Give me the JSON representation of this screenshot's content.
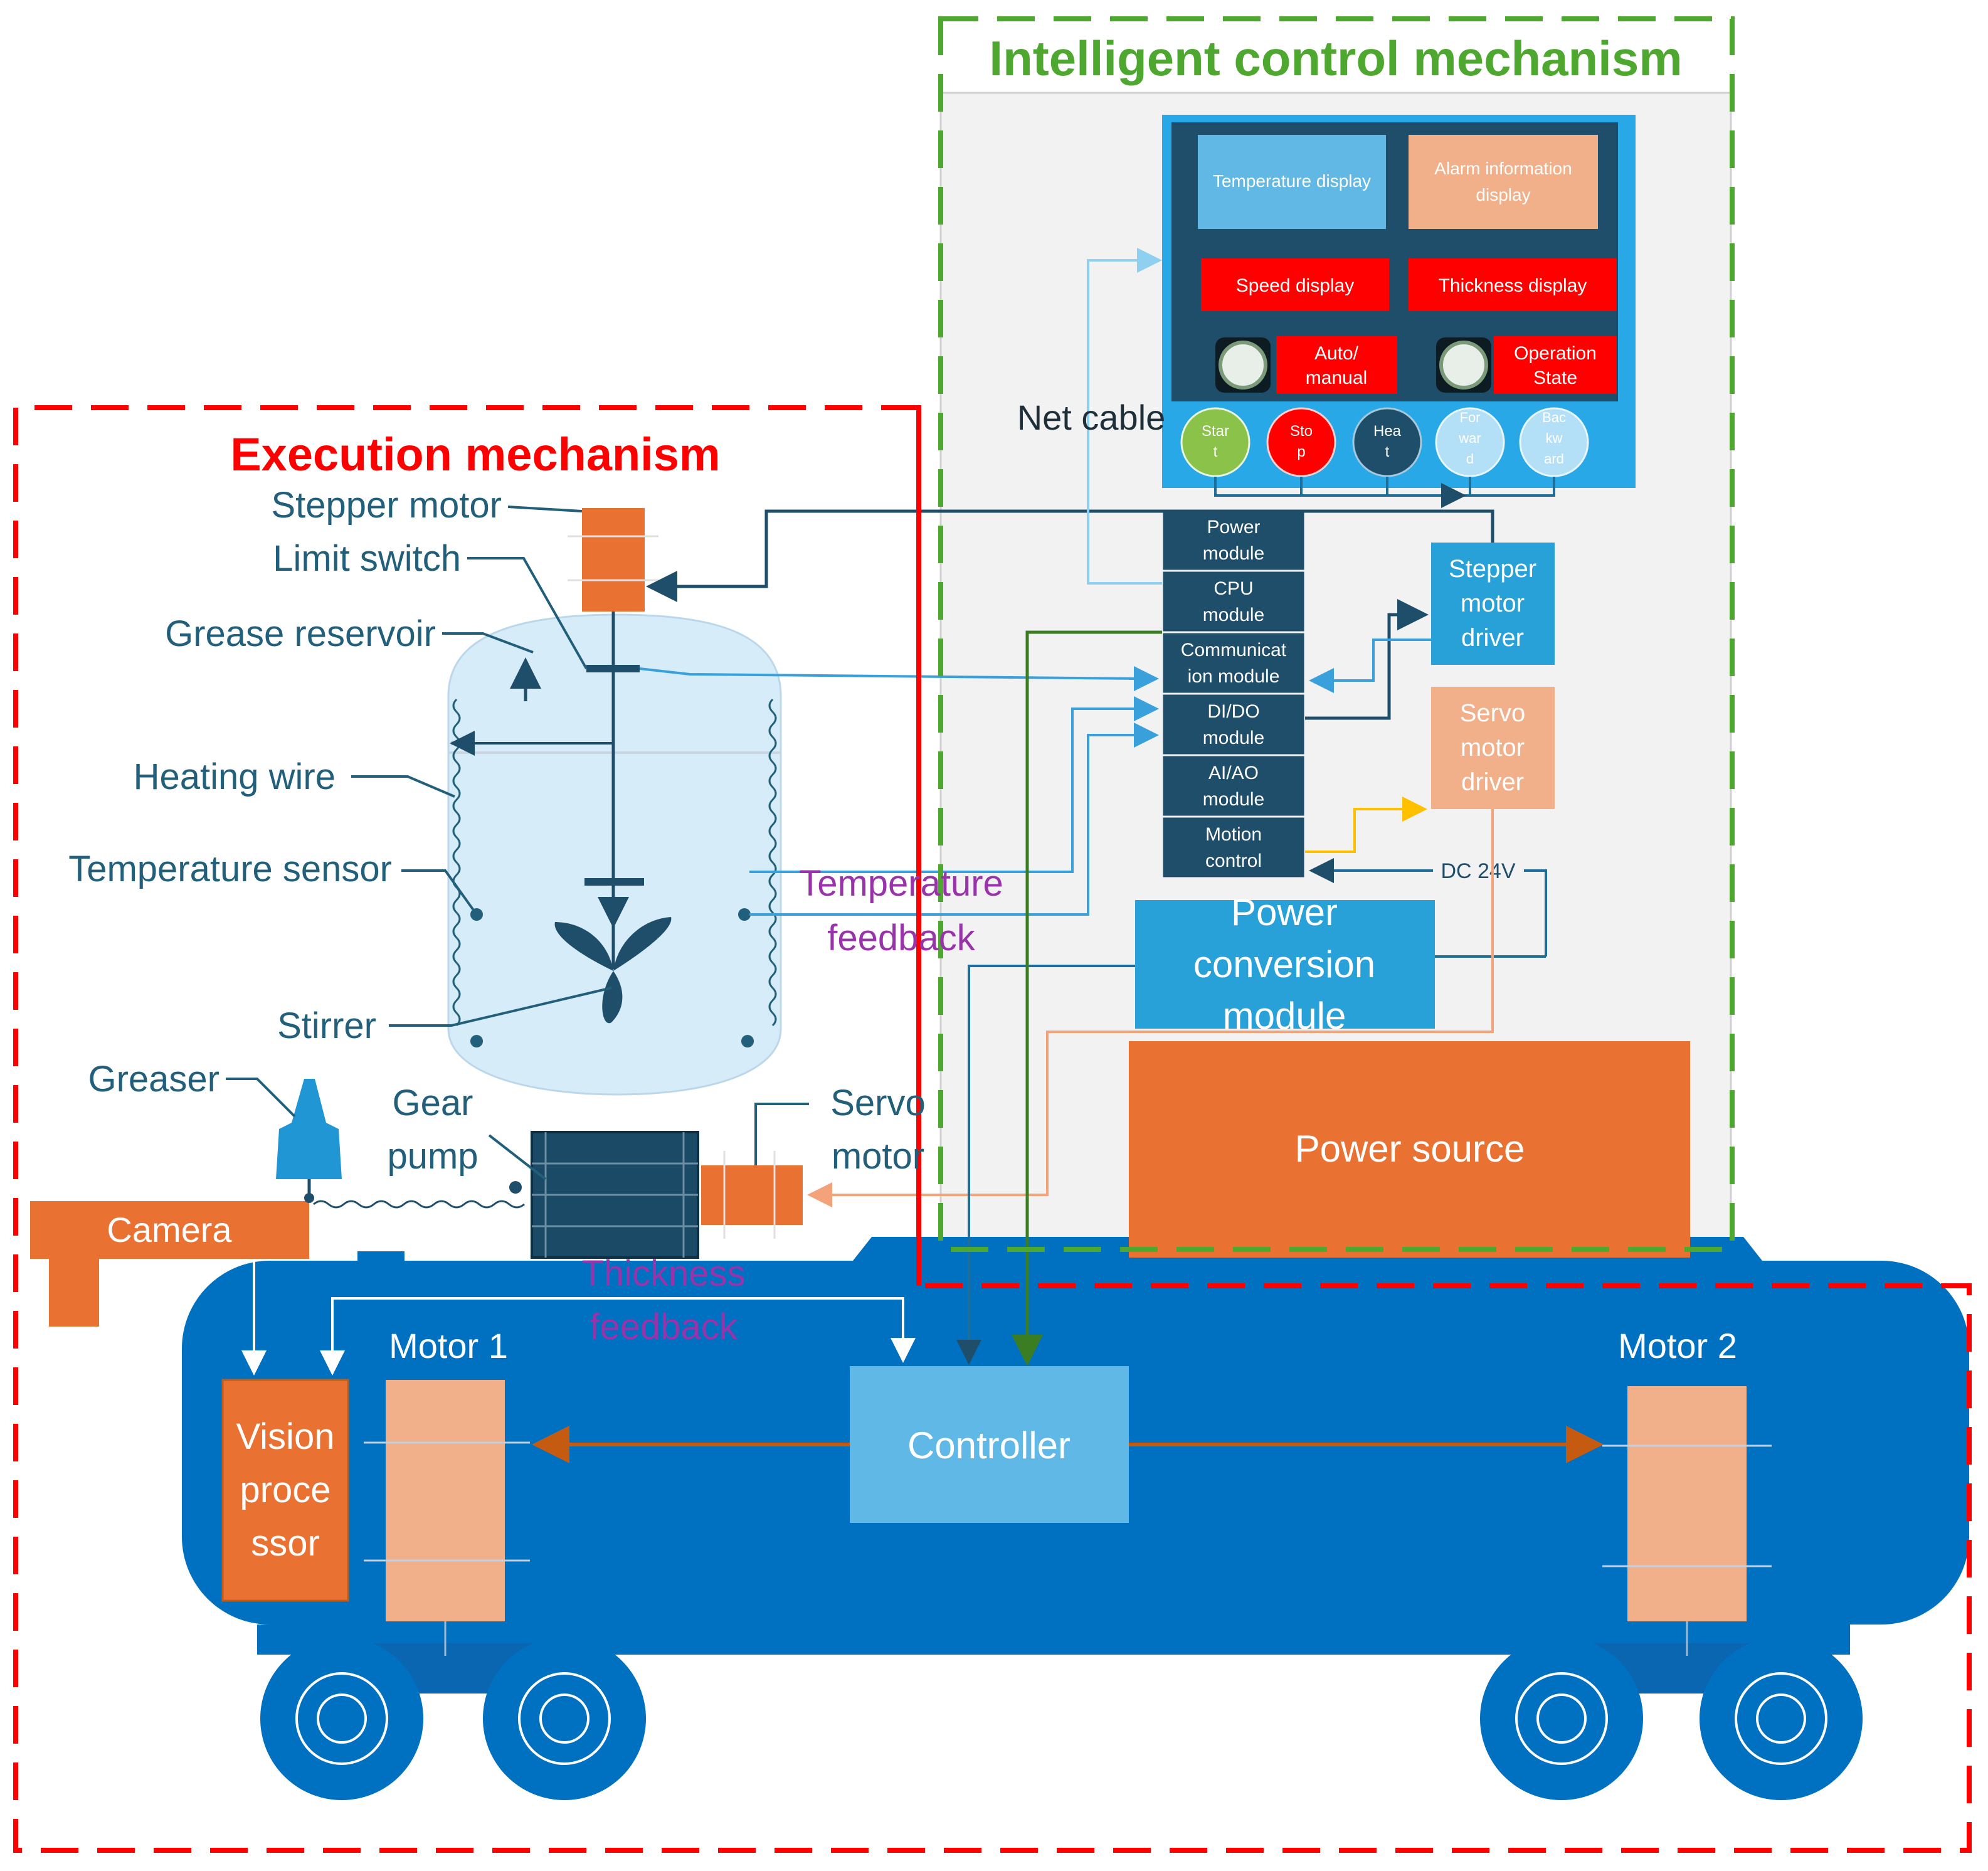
{
  "sections": {
    "execution_title": "Execution mechanism",
    "control_title": "Intelligent control mechanism"
  },
  "panel": {
    "temperature_display": "Temperature display",
    "alarm_line1": "Alarm information",
    "alarm_line2": "display",
    "speed_display": "Speed display",
    "thickness_display": "Thickness display",
    "auto_line1": "Auto/",
    "auto_line2": "manual",
    "op_line1": "Operation",
    "op_line2": "State",
    "btn_start": [
      "Star",
      "t"
    ],
    "btn_stop": [
      "Sto",
      "p"
    ],
    "btn_heat": [
      "Hea",
      "t"
    ],
    "btn_forward": [
      "For",
      "war",
      "d"
    ],
    "btn_backward": [
      "Bac",
      "kw",
      "ard"
    ]
  },
  "plc_modules": [
    [
      "Power",
      "module"
    ],
    [
      "CPU",
      "module"
    ],
    [
      "Communicat",
      "ion module"
    ],
    [
      "DI/DO",
      "module"
    ],
    [
      "AI/AO",
      "module"
    ],
    [
      "Motion",
      "control"
    ]
  ],
  "drivers": {
    "stepper": [
      "Stepper",
      "motor",
      "driver"
    ],
    "servo": [
      "Servo",
      "motor",
      "driver"
    ]
  },
  "power": {
    "conversion": [
      "Power",
      "conversion",
      "module"
    ],
    "source": "Power source",
    "dc": "DC 24V",
    "net_cable": "Net cable"
  },
  "labels": {
    "stepper_motor": "Stepper motor",
    "limit_switch": "Limit switch",
    "grease_reservoir": "Grease reservoir",
    "heating_wire": "Heating wire",
    "temperature_sensor": "Temperature sensor",
    "stirrer": "Stirrer",
    "greaser": "Greaser",
    "gear_pump": [
      "Gear",
      "pump"
    ],
    "servo_motor": [
      "Servo",
      "motor"
    ],
    "camera": "Camera",
    "temperature_feedback": [
      "Temperature",
      "feedback"
    ],
    "thickness_feedback": [
      "Thickness",
      "feedback"
    ]
  },
  "vehicle": {
    "motor1": "Motor 1",
    "motor2": "Motor 2",
    "controller": "Controller",
    "vision": [
      "Vision",
      "proce",
      "ssor"
    ]
  },
  "colors": {
    "red_border": "#ff0000",
    "green_border": "#4ea72e",
    "navy": "#1f4e6b",
    "orange": "#e97132",
    "peach": "#f1b08a",
    "light_blue": "#5fb8e6",
    "blue_body": "#0070c0",
    "teal_text": "#215f7a",
    "purple_text": "#9933aa"
  }
}
